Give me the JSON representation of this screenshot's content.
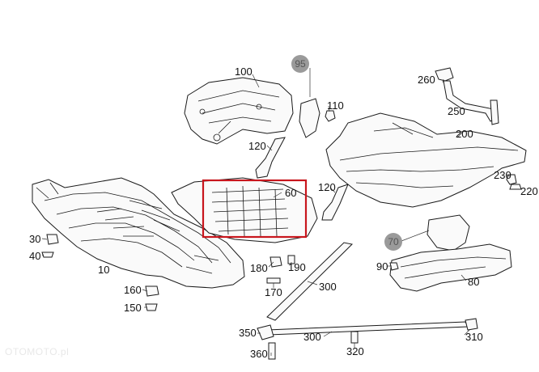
{
  "diagram": {
    "part_numbers": {
      "p10": "10",
      "p30": "30",
      "p40": "40",
      "p60": "60",
      "p70": "70",
      "p80": "80",
      "p90": "90",
      "p95": "95",
      "p100": "100",
      "p110": "110",
      "p120a": "120",
      "p120b": "120",
      "p150": "150",
      "p160": "160",
      "p170": "170",
      "p180": "180",
      "p190": "190",
      "p200": "200",
      "p220": "220",
      "p230": "230",
      "p250": "250",
      "p260": "260",
      "p300a": "300",
      "p300b": "300",
      "p310": "310",
      "p320": "320",
      "p350": "350",
      "p360": "360"
    },
    "highlight_color": "#c8161d",
    "badge_color": "#9a9a9a",
    "watermark": "OTOMOTO.pl"
  }
}
